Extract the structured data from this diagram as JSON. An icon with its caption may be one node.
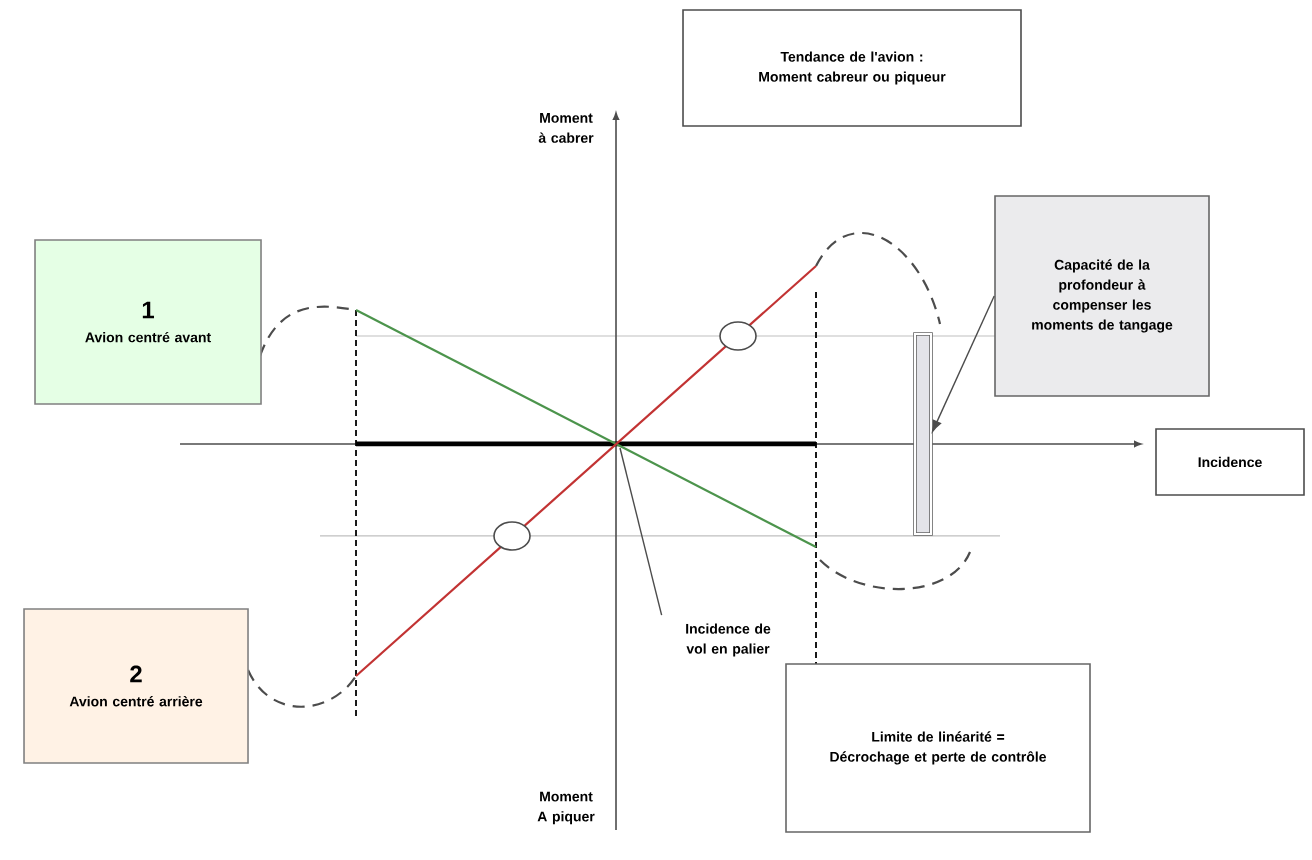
{
  "diagram": {
    "nodes": [
      {
        "text": [
          "Tendance de l'avion : Moment cabreur ou piqueur"
        ]
      },
      {
        "text": [
          "1",
          "Avion centré avant"
        ]
      },
      {
        "text": [
          "Capacité de la profondeur à compenser les moments de tangage"
        ]
      },
      {
        "text": [],
        "shape": "bar"
      },
      {
        "text": [
          "Incidence"
        ]
      },
      {
        "text": [
          "Incidence de vol en palier"
        ]
      },
      {
        "text": [
          "2",
          "Avion centré arrière"
        ]
      },
      {
        "text": [
          "Limite de linéarité = Décrochage et perte de contrôle"
        ]
      }
    ],
    "edges": [
      {
        "from": 2,
        "to": 3,
        "arrow": "to"
      },
      {
        "from": 5,
        "to": null,
        "arrow": "none"
      }
    ],
    "labels": [
      "Moment à cabrer",
      "Moment A piquer"
    ]
  }
}
